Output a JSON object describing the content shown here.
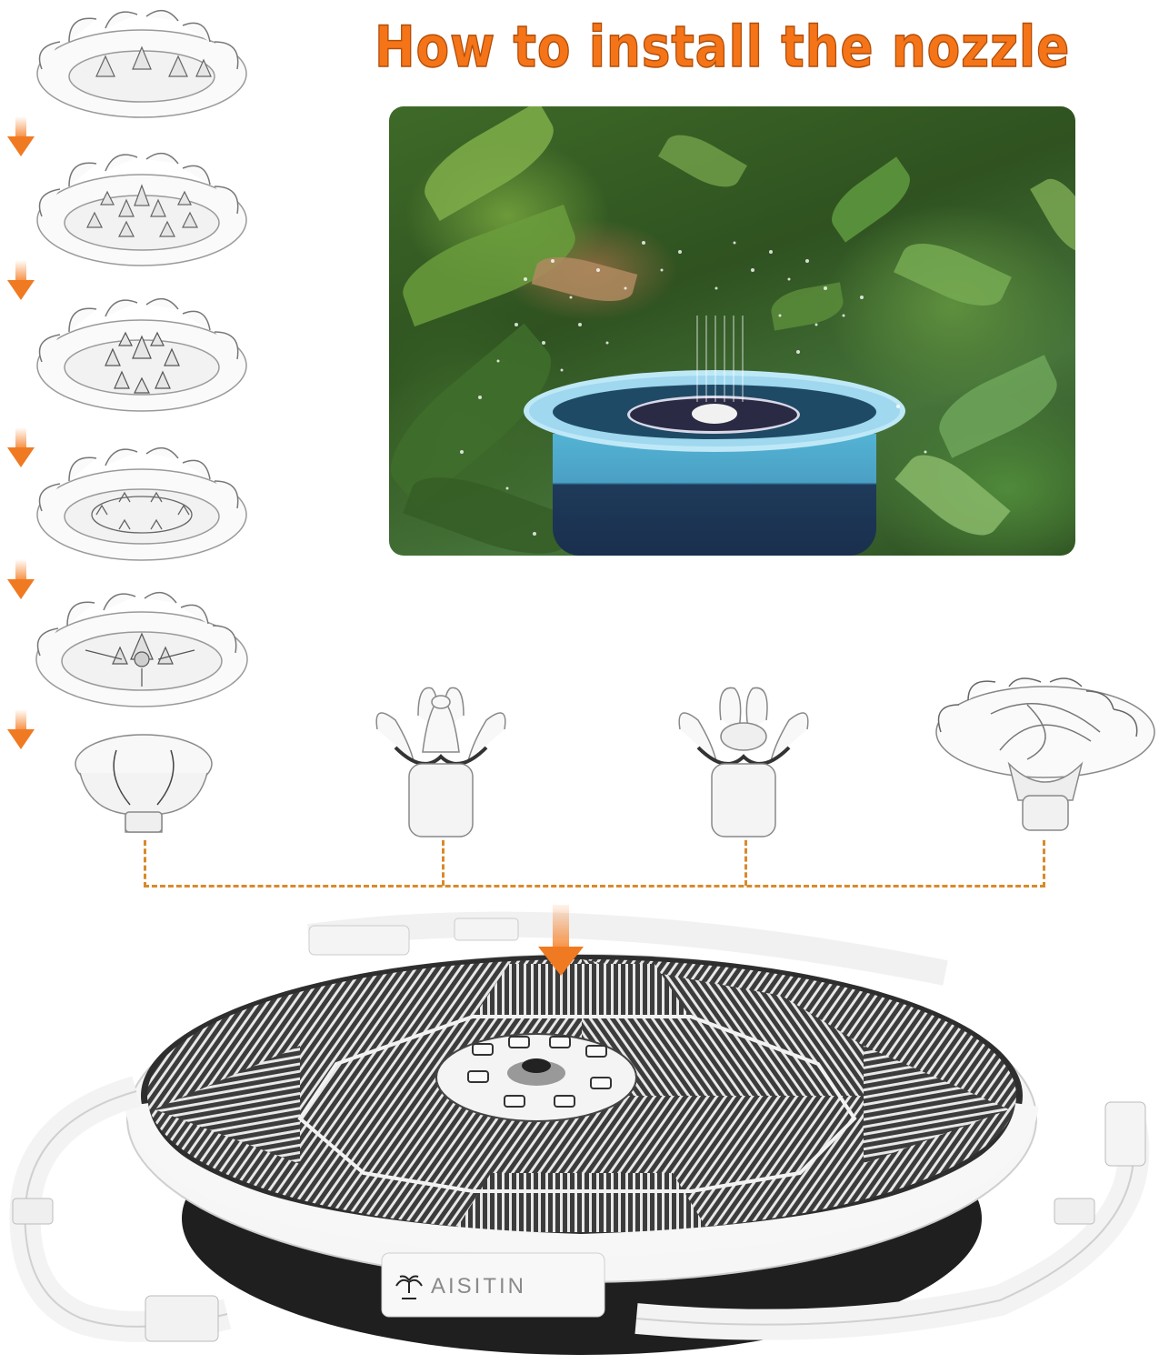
{
  "header": {
    "title": "How to install the nozzle"
  },
  "colors": {
    "accent_orange": "#f57418",
    "arrow_orange": "#f07a22",
    "dashed_line": "#d98a2a",
    "solar_panel": "#3a3a3a",
    "frame_white": "#f4f4f4"
  },
  "photo": {
    "alt": "Solar fountain spraying water in a blue bucket among garden plants"
  },
  "assembly_steps": {
    "stacked_caps": [
      {
        "id": 1,
        "icon": "flower-nozzle-cap-icon"
      },
      {
        "id": 2,
        "icon": "flower-nozzle-cap-icon"
      },
      {
        "id": 3,
        "icon": "flower-nozzle-cap-icon"
      },
      {
        "id": 4,
        "icon": "flower-nozzle-cap-icon"
      },
      {
        "id": 5,
        "icon": "flower-nozzle-cap-icon"
      },
      {
        "id": 6,
        "icon": "dome-nozzle-icon"
      }
    ],
    "arrows": 6,
    "single_nozzles": [
      {
        "id": "dome",
        "icon": "dome-nozzle-icon"
      },
      {
        "id": "petal-spout",
        "icon": "petal-spout-nozzle-icon"
      },
      {
        "id": "petal-spray",
        "icon": "petal-spray-nozzle-icon"
      },
      {
        "id": "flower-assembly",
        "icon": "flower-assembly-nozzle-icon"
      }
    ]
  },
  "product": {
    "brand": "AISITIN",
    "description": "Solar fountain base with detachable frame"
  }
}
